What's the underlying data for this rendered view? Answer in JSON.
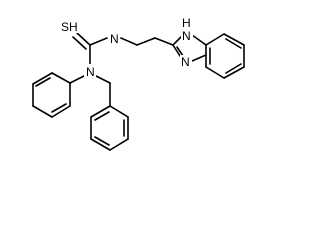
{
  "structure": {
    "atoms": {
      "thiol": "SH",
      "imine_n": "N",
      "amine_n": "N",
      "ring_nh": "H",
      "ring_nh_n": "N",
      "ring_n": "N"
    }
  },
  "colors": {
    "bond": "#000000",
    "label": "#000000",
    "background": "#ffffff"
  }
}
